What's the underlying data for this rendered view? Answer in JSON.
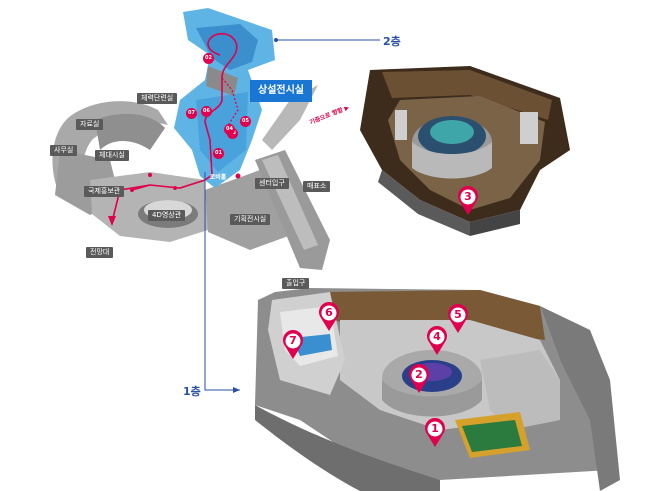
{
  "floor_labels": {
    "second": "2층",
    "first": "1층"
  },
  "hall_label": "상설전시실",
  "direction_text": "기증으로 향함 ▶",
  "map_labels": [
    {
      "key": "hall-experience",
      "text": "체력단련실"
    },
    {
      "key": "materials",
      "text": "자료실"
    },
    {
      "key": "office",
      "text": "사무실"
    },
    {
      "key": "lounge",
      "text": "체대시실"
    },
    {
      "key": "intl-relations",
      "text": "국제홍보관"
    },
    {
      "key": "theater-4d",
      "text": "4D영상관"
    },
    {
      "key": "observatory",
      "text": "전망대"
    },
    {
      "key": "center-entrance",
      "text": "센터입구"
    },
    {
      "key": "ticket",
      "text": "매표소"
    },
    {
      "key": "special-exhibit",
      "text": "기획전시실"
    },
    {
      "key": "exit",
      "text": "출입구"
    }
  ],
  "route_markers": [
    "01",
    "02",
    "03",
    "04",
    "05",
    "06",
    "07"
  ],
  "route_start_label": "로비홀",
  "exhibit_markers_2f": [
    "3"
  ],
  "exhibit_markers_1f": [
    "1",
    "2",
    "4",
    "5",
    "6",
    "7"
  ],
  "colors": {
    "accent": "#e0004d",
    "hall": "#1976d2",
    "floor_text": "#2a4fa8",
    "map_blue": "#5fb4e6",
    "label_bg": "#5a5a5a"
  },
  "icons": {
    "marker": "map-pin-icon"
  }
}
